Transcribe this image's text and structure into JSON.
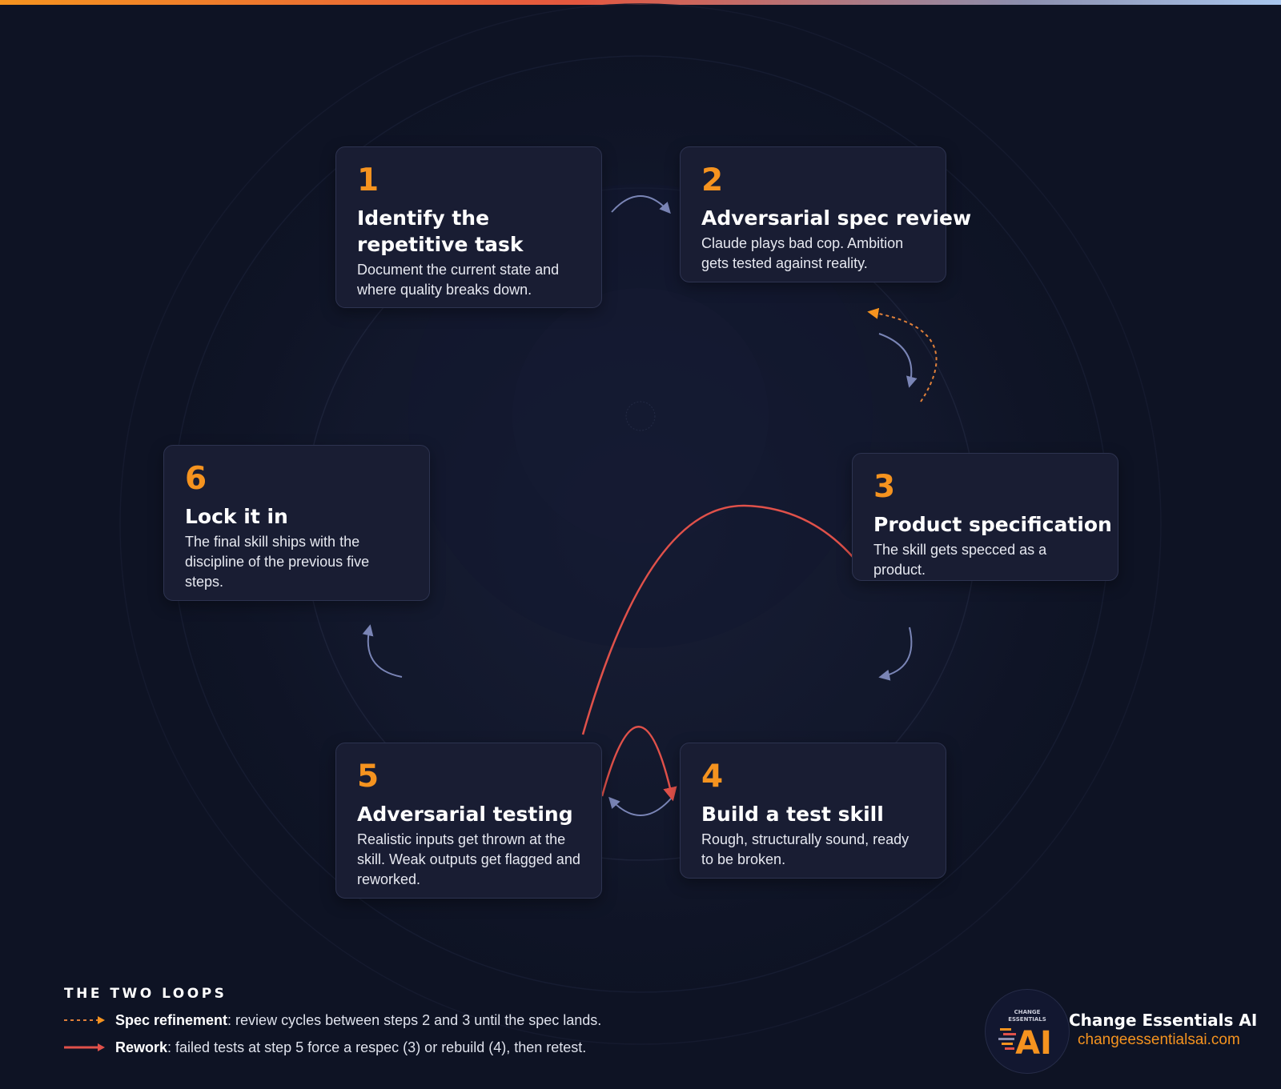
{
  "colors": {
    "background": "#0e1324",
    "card": "#191d33",
    "accent_orange": "#f5931f",
    "rework_red": "#e0514a",
    "flow_blue": "#7a85b6"
  },
  "steps": [
    {
      "number": "1",
      "title": "Identify the repetitive task",
      "description": "Document the current state and where quality breaks down."
    },
    {
      "number": "2",
      "title": "Adversarial spec review",
      "description": "Claude plays bad cop. Ambition gets tested against reality."
    },
    {
      "number": "3",
      "title": "Product specification",
      "description": "The skill gets specced as a product."
    },
    {
      "number": "4",
      "title": "Build a test skill",
      "description": "Rough, structurally sound, ready to be broken."
    },
    {
      "number": "5",
      "title": "Adversarial testing",
      "description": "Realistic inputs get thrown at the skill. Weak outputs get flagged and reworked."
    },
    {
      "number": "6",
      "title": "Lock it in",
      "description": "The final skill ships with the discipline of the previous five steps."
    }
  ],
  "legend": {
    "heading": "THE TWO LOOPS",
    "items": [
      {
        "name": "Spec refinement",
        "text": ": review cycles between steps 2 and 3 until the spec lands.",
        "style": "dashed-orange"
      },
      {
        "name": "Rework",
        "text": ": failed tests at step 5 force a respec (3) or rebuild (4), then retest.",
        "style": "solid-red"
      }
    ]
  },
  "brand": {
    "logo_top_text": "CHANGE",
    "logo_mid_text": "ESSENTIALS",
    "logo_letters": "AI",
    "name": "Change Essentials AI",
    "url": "changeessentialsai.com"
  }
}
